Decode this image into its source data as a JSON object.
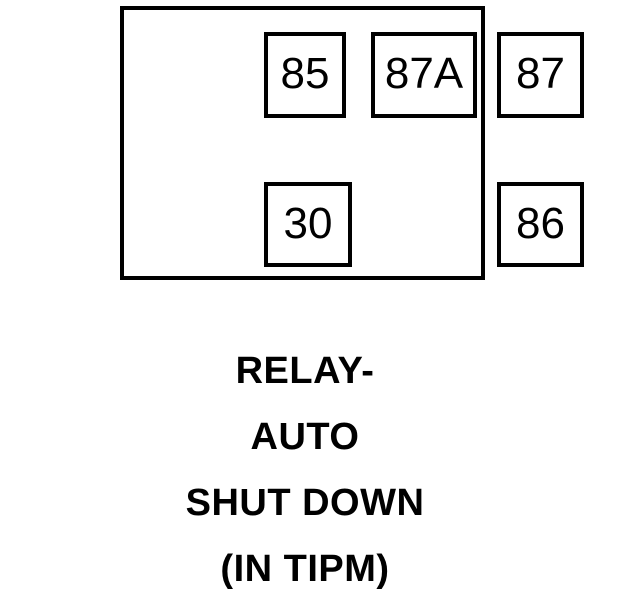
{
  "diagram": {
    "type": "relay-connector-terminal-layout",
    "component_name": "RELAY- AUTO SHUT DOWN (IN TIPM)",
    "colors": {
      "line": "#000000",
      "background": "#ffffff",
      "text": "#000000"
    },
    "connector": {
      "name": "relay-connector-body",
      "terminals": [
        {
          "id": "85",
          "label": "85",
          "row": "top",
          "position": "left"
        },
        {
          "id": "87A",
          "label": "87A",
          "row": "top",
          "position": "center"
        },
        {
          "id": "87",
          "label": "87",
          "row": "top",
          "position": "right"
        },
        {
          "id": "30",
          "label": "30",
          "row": "bottom",
          "position": "left"
        },
        {
          "id": "86",
          "label": "86",
          "row": "bottom",
          "position": "right"
        }
      ]
    },
    "caption": {
      "lines": [
        "RELAY-",
        "AUTO",
        "SHUT DOWN",
        "(IN TIPM)"
      ]
    }
  }
}
